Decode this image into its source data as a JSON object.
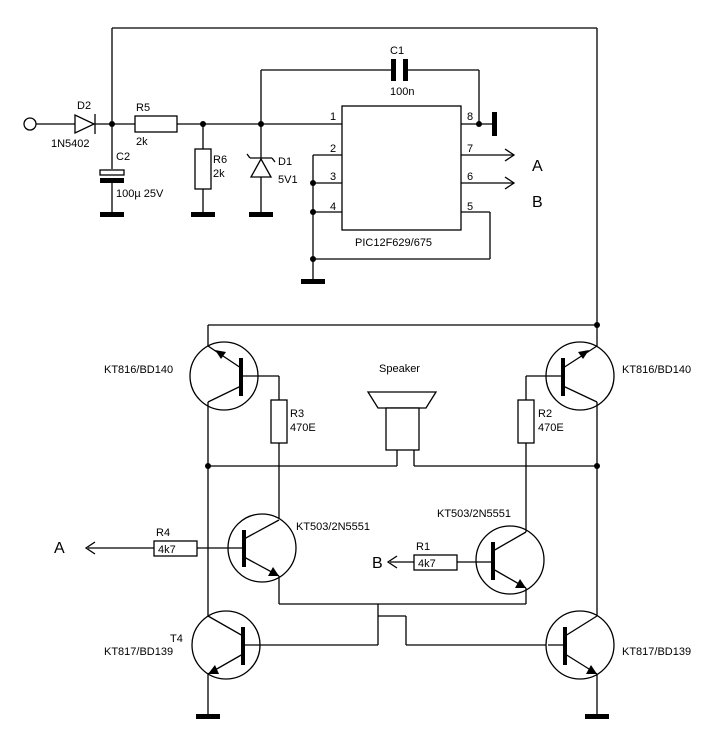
{
  "components": {
    "d2": {
      "ref": "D2",
      "value": "1N5402"
    },
    "r5": {
      "ref": "R5",
      "value": "2k"
    },
    "c2": {
      "ref": "C2",
      "value": "100µ 25V"
    },
    "r6": {
      "ref": "R6",
      "value": "2k"
    },
    "d1": {
      "ref": "D1",
      "value": "5V1"
    },
    "c1": {
      "ref": "C1",
      "value": "100n"
    },
    "ic": {
      "name": "PIC12F629/675",
      "pins": [
        "1",
        "2",
        "3",
        "4",
        "5",
        "6",
        "7",
        "8"
      ]
    },
    "out_a": "A",
    "out_b": "B",
    "speaker": "Speaker",
    "q_tl": "KT816/BD140",
    "q_tr": "KT816/BD140",
    "r3": {
      "ref": "R3",
      "value": "470E"
    },
    "r2": {
      "ref": "R2",
      "value": "470E"
    },
    "q_ml": "KT503/2N5551",
    "q_mr": "KT503/2N5551",
    "r4": {
      "ref": "R4",
      "value": "4k7"
    },
    "r1": {
      "ref": "R1",
      "value": "4k7"
    },
    "in_a": "A",
    "in_b": "B",
    "t4": {
      "ref": "T4",
      "value": "KT817/BD139"
    },
    "q_br": "KT817/BD139"
  }
}
